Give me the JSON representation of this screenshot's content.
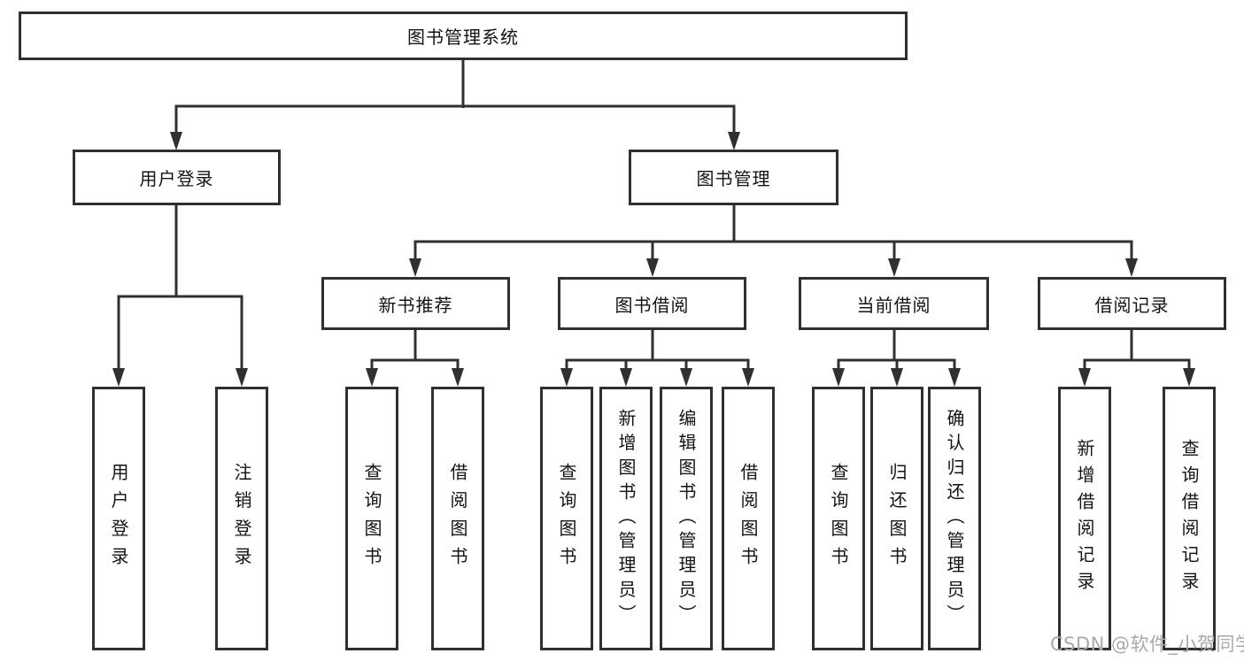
{
  "diagram_title": "图书管理系统",
  "nodes": {
    "root": "图书管理系统",
    "login": "用户登录",
    "mgmt": "图书管理",
    "rec": "新书推荐",
    "borrow": "图书借阅",
    "current": "当前借阅",
    "records": "借阅记录",
    "login_children": [
      "用户登录",
      "注销登录"
    ],
    "rec_children": [
      "查询图书",
      "借阅图书"
    ],
    "borrow_children": [
      "查询图书",
      "新增图书（管理员）",
      "编辑图书（管理员）",
      "借阅图书"
    ],
    "current_children": [
      "查询图书",
      "归还图书",
      "确认归还（管理员）"
    ],
    "records_children": [
      "新增借阅记录",
      "查询借阅记录"
    ]
  },
  "watermark": {
    "text": "CSDN @软件_小贺同学"
  },
  "colors": {
    "line": "#303030",
    "text": "#141414",
    "wm": "#a9a9a9",
    "bg": "#ffffff"
  }
}
